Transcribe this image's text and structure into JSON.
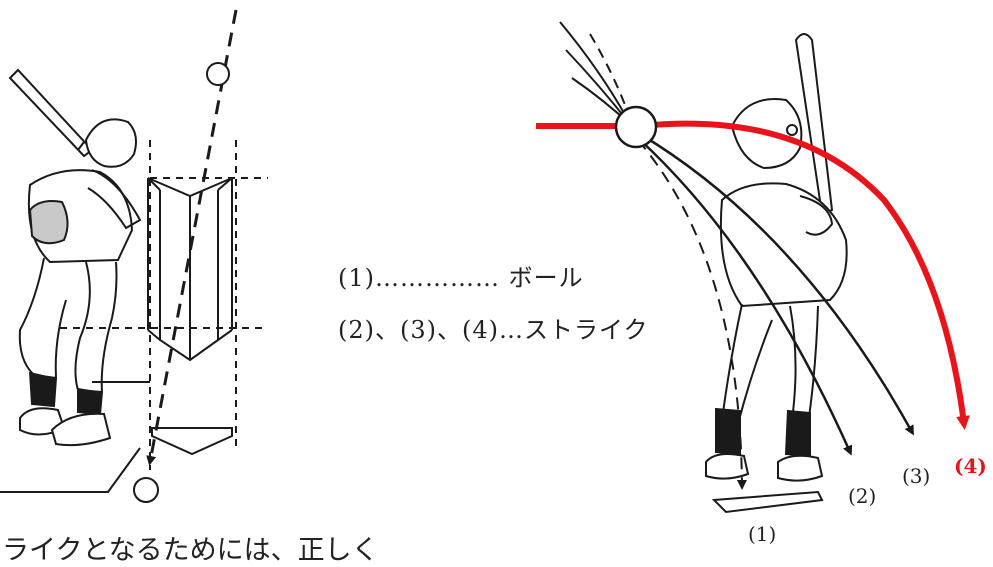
{
  "legend": {
    "ball": "(1)…………… ボール",
    "strike": "(2)、(3)、(4)…ストライク"
  },
  "pitch_labels": {
    "p1": "(1)",
    "p2": "(2)",
    "p3": "(3)",
    "p4": "(4)"
  },
  "caption": "ライクとなるためには、正しく",
  "colors": {
    "highlight": "#e8141b",
    "ink": "#1a1a1a"
  }
}
